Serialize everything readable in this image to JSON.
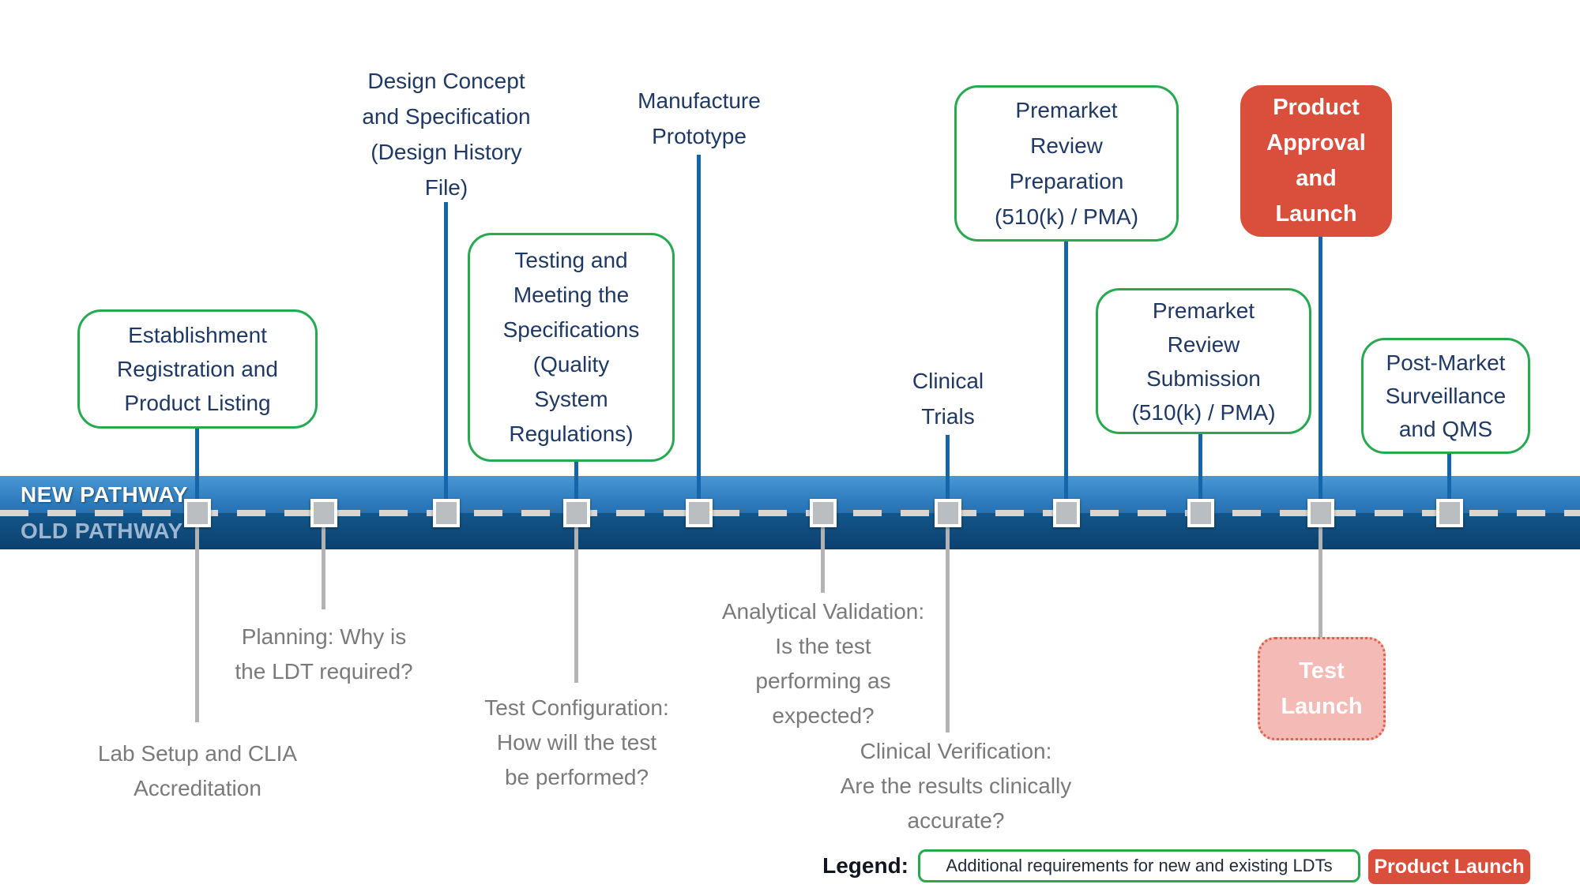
{
  "band": {
    "new_label": "NEW PATHWAY",
    "old_label": "OLD PATHWAY"
  },
  "top": {
    "design_concept": "Design Concept\nand Specification\n(Design History\nFile)",
    "manufacture_prototype": "Manufacture\nPrototype",
    "clinical_trials": "Clinical\nTrials"
  },
  "boxes": {
    "establishment": "Establishment\nRegistration and\nProduct Listing",
    "testing": "Testing and\nMeeting the\nSpecifications\n(Quality\nSystem\nRegulations)",
    "premarket_preparation": "Premarket\nReview\nPreparation\n(510(k) / PMA)",
    "premarket_submission": "Premarket\nReview\nSubmission\n(510(k) / PMA)",
    "product_approval": "Product\nApproval\nand\nLaunch",
    "post_market": "Post-Market\nSurveillance\nand QMS"
  },
  "bottom": {
    "planning": "Planning: Why is\nthe LDT required?",
    "lab_setup": "Lab Setup and CLIA\nAccreditation",
    "test_configuration": "Test Configuration:\nHow will the test\nbe performed?",
    "analytical_validation": "Analytical Validation:\nIs the test\nperforming as\nexpected?",
    "clinical_verification": "Clinical Verification:\nAre the results clinically\naccurate?",
    "test_launch": "Test\nLaunch"
  },
  "legend": {
    "title": "Legend:",
    "additional": "Additional requirements for new and existing LDTs",
    "product_launch": "Product Launch"
  },
  "colors": {
    "band_new_blue": "#2d7bbd",
    "band_old_blue": "#0b4170",
    "dash_gray": "#d6d6d6",
    "marker_gray": "#babec1",
    "connector_blue": "#1565ab",
    "connector_gray": "#b3b3b3",
    "navy_text": "#1f3864",
    "gray_text": "#7a7a7a",
    "green_outline": "#26a94f",
    "red_fill": "#d94f3c",
    "pink_fill": "#f4bab5",
    "old_pathway_text": "#9db7d1"
  }
}
